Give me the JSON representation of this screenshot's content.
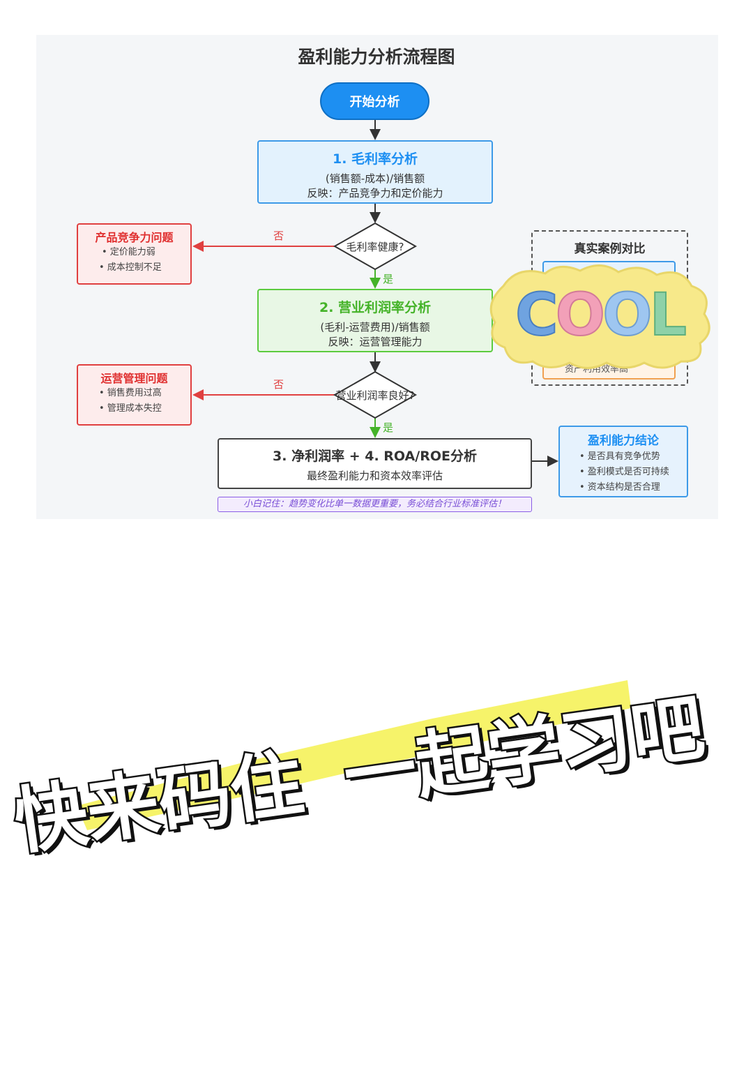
{
  "diagram": {
    "title": "盈利能力分析流程图",
    "start_label": "开始分析",
    "step1": {
      "title": "1. 毛利率分析",
      "formula": "(销售额-成本)/销售额",
      "reflect": "反映：产品竞争力和定价能力"
    },
    "decision1": {
      "label": "毛利率健康?",
      "no": "否",
      "yes": "是"
    },
    "issue1": {
      "title": "产品竞争力问题",
      "items": [
        "• 定价能力弱",
        "• 成本控制不足"
      ]
    },
    "step2": {
      "title": "2. 营业利润率分析",
      "formula": "(毛利-运营费用)/销售额",
      "reflect": "反映：运营管理能力"
    },
    "decision2": {
      "label": "营业利润率良好?",
      "no": "否",
      "yes": "是"
    },
    "issue2": {
      "title": "运营管理问题",
      "items": [
        "• 销售费用过高",
        "• 管理成本失控"
      ]
    },
    "step3": {
      "title": "3. 净利润率 + 4. ROA/ROE分析",
      "desc": "最终盈利能力和资本效率评估"
    },
    "conclusion": {
      "title": "盈利能力结论",
      "items": [
        "• 是否具有竞争优势",
        "• 盈利模式是否可持续",
        "• 资本结构是否合理"
      ]
    },
    "case": {
      "title": "真实案例对比",
      "visible_fragment": "资产利用效率高"
    },
    "tip": "小白记住：趋势变化比单一数据更重要，务必结合行业标准评估！"
  },
  "sticker": {
    "text": "COOL",
    "letter_colors": [
      "#6fa3e0",
      "#f2a0b8",
      "#9ec6f0",
      "#b28ae0",
      "#8ed1a8"
    ]
  },
  "slogan": {
    "part1": "快来码住",
    "part2": "一起学习吧"
  },
  "colors": {
    "blue": "#1d8ff2",
    "green": "#45b329",
    "red": "#e04040",
    "purple": "#7a4fd6",
    "highlight": "#f5f25a"
  }
}
